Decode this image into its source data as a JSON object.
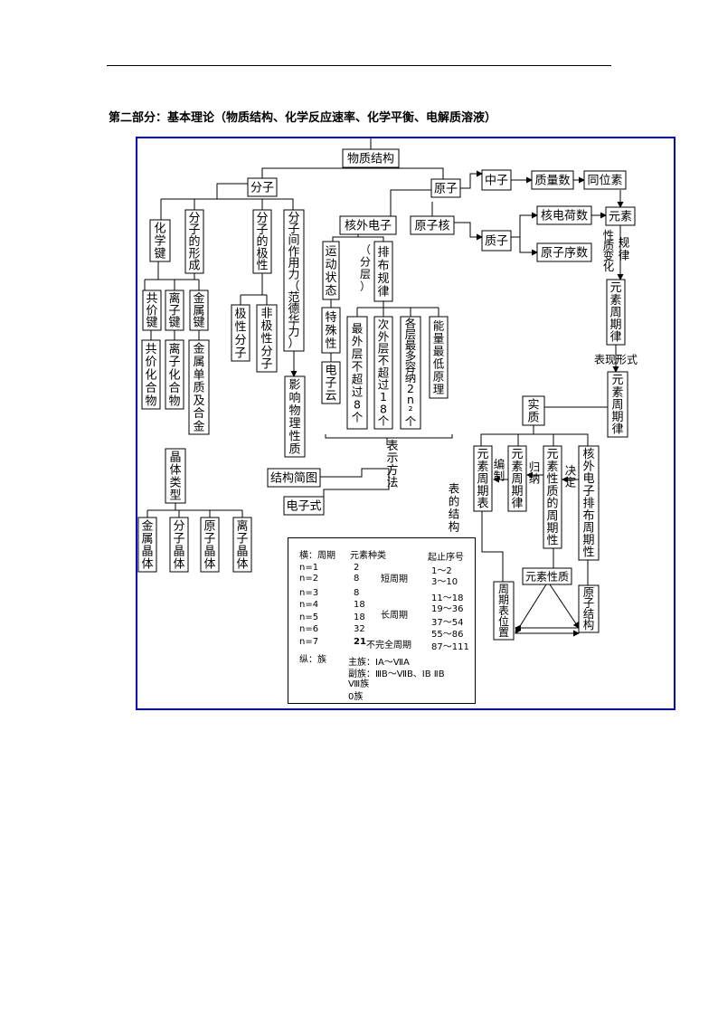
{
  "heading": "第二部分：基本理论（物质结构、化学反应速率、化学平衡、电解质溶液）",
  "nodes": {
    "wuzhi_jiegou": "物质结构",
    "fenzi": "分子",
    "yuanzi": "原子",
    "huaxuejian": "化学键",
    "fenzi_xingcheng": "分子的形成",
    "fenzi_jixing": "分子的极性",
    "fenzi_zuoyongli": "分子间作用力（范德华力）",
    "gongjiajian": "共价键",
    "lizijian": "离子键",
    "jinshujian": "金属键",
    "gongjia_huahewu": "共价化合物",
    "lizi_huahewu": "离子化合物",
    "jinshu_danzhi": "金属单质及合金",
    "jixing_fenzi": "极性分子",
    "feijixing_fenzi": "非极性分子",
    "yingxiang_wuli": "影响物理性质",
    "jingti_leixing": "晶体类型",
    "jinshu_jingti": "金属晶体",
    "fenzi_jingti": "分子晶体",
    "yuanzi_jingti": "原子晶体",
    "lizi_jingti": "离子晶体",
    "hewai_dianzi": "核外电子",
    "yuanzihe": "原子核",
    "yundong_zhuangtai": "运动状态",
    "fenceng": "（分层）",
    "paibu_guilv": "排布规律",
    "teshuxing": "特殊性",
    "dianziyun": "电子云",
    "zuiwaiceng": "最外层不超过8个",
    "ciwaiceng": "次外层不超过18个",
    "gecengzuiduo": "各层最多容纳2n²个",
    "nengliang_zuidi": "能量最低原理",
    "biaoshi_fangfa": "表示方法",
    "jiegou_jiantu": "结构简图",
    "dianzishi": "电子式",
    "zhongzi": "中子",
    "zhiliangshu": "质量数",
    "tongweisu": "同位素",
    "zhizi": "质子",
    "hedianheshu": "核电荷数",
    "yuansu": "元素",
    "yuanzi_xushu": "原子序数",
    "xingzhi_bianhua": "性质变化",
    "guilv": "规律",
    "yuansu_zhouqilv1": "元素周期律",
    "biaoxian_xingshi": "表现形式",
    "yuansu_zhouqilv2": "元素周期律",
    "shizhi": "实质",
    "yuansu_zhouqibiao": "元素周期表",
    "yuansu_zhouqilv3": "元素周期律",
    "yuansu_xingzhi_zhouqixing": "元素性质的周期性",
    "hewai_paibu_zhouqixing": "核外电子排布周期性",
    "bianzhi": "编制",
    "guina": "归纳",
    "jueding": "决定",
    "biao_de_jiegou": "表的结构",
    "yuansu_xingzhi": "元素性质",
    "zhouqibiao_weizhi": "周期表位置",
    "yuanzi_jiegou": "原子结构"
  },
  "legend": {
    "col_heng": "横：周期",
    "col_zhonglei": "元素种类",
    "col_xuhao": "起止序号",
    "rows": [
      {
        "n": "n=1",
        "count": "2",
        "range": "1～2"
      },
      {
        "n": "n=2",
        "count": "8",
        "range": "3～10"
      },
      {
        "n": "n=3",
        "count": "8",
        "range": "11～18"
      },
      {
        "n": "n=4",
        "count": "18",
        "range": "19～36"
      },
      {
        "n": "n=5",
        "count": "18",
        "range": "37～54"
      },
      {
        "n": "n=6",
        "count": "32",
        "range": "55～86"
      },
      {
        "n": "n=7",
        "count": "21",
        "range": "87～111"
      }
    ],
    "duan_zhouqi": "短周期",
    "chang_zhouqi": "长周期",
    "buwanquan": "不完全周期",
    "zong": "纵：族",
    "zhuzu": "主族：ⅠA～ⅦA",
    "fuzu": "副族：ⅢB～ⅦB、ⅠB ⅡB",
    "viii": "Ⅷ族",
    "lingzu": "0族"
  }
}
